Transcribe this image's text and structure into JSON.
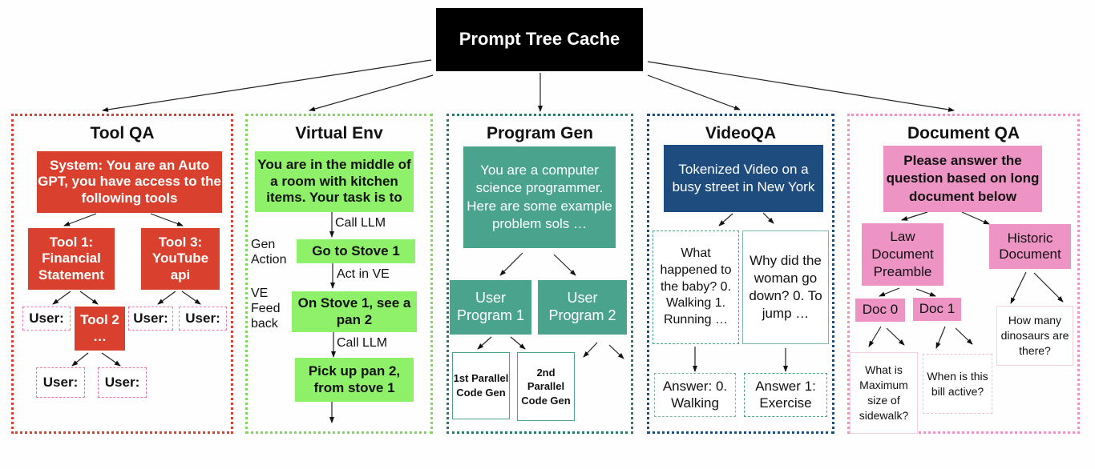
{
  "root": {
    "label": "Prompt Tree Cache"
  },
  "colors": {
    "tool_qa": "#d9412e",
    "virtual_env": "#8ff06a",
    "program_gen": "#4aa38d",
    "video_qa": "#1f4c7e",
    "document_qa": "#ee94c5"
  },
  "tool_qa": {
    "title": "Tool QA",
    "system": "System: You are an Auto GPT, you have access to the following tools",
    "tool1": "Tool 1: Financial Statement",
    "tool3": "Tool 3: YouTube api",
    "tool2": "Tool 2 …",
    "user": "User:"
  },
  "virtual_env": {
    "title": "Virtual Env",
    "prompt": "You are in the middle of a room with kitchen items. Your task is to",
    "edge1": "Call LLM",
    "step1": "Go to Stove 1",
    "edge2": "Act in VE",
    "step2": "On Stove 1, see a pan 2",
    "edge3": "Call LLM",
    "step3": "Pick up pan 2, from stove 1",
    "side1": "Gen Action",
    "side2": "VE Feed back"
  },
  "program_gen": {
    "title": "Program Gen",
    "prompt": "You are a computer science programmer. Here are some example problem sols …",
    "user1": "User Program 1",
    "user2": "User Program 2",
    "gen1": "1st Parallel Code Gen",
    "gen2": "2nd Parallel Code Gen"
  },
  "video_qa": {
    "title": "VideoQA",
    "prompt": "Tokenized Video on a busy street in New York",
    "q1": "What happened to the baby? 0. Walking 1. Running …",
    "q2": "Why did the woman go down? 0. To jump …",
    "a1": "Answer: 0. Walking",
    "a2": "Answer 1: Exercise"
  },
  "document_qa": {
    "title": "Document QA",
    "prompt": "Please answer the question based on long document below",
    "law": "Law Document Preamble",
    "historic": "Historic Document",
    "doc0": "Doc 0",
    "doc1": "Doc 1",
    "q_doc0": "What is Maximum size of sidewalk?",
    "q_doc1": "When is this bill active?",
    "q_hist": "How many dinosaurs are there?"
  }
}
